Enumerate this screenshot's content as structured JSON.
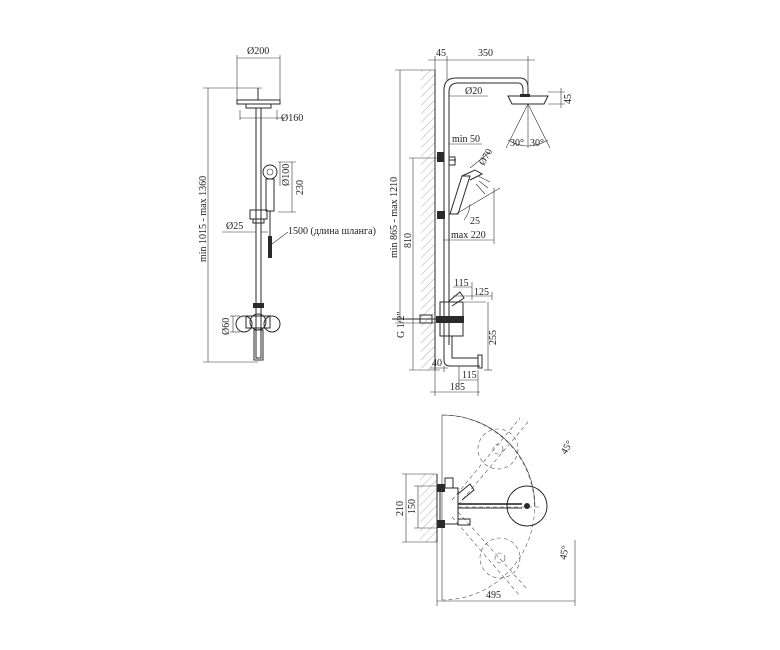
{
  "front_view": {
    "dia_head": "Ø200",
    "dia_plate": "Ø160",
    "dia_hand": "Ø100",
    "hand_height": "230",
    "dia_rod": "Ø25",
    "hose_note": "1500 (длина шланга)",
    "height_range": "min 1015 - max 1360",
    "dia_mixer": "Ø60"
  },
  "side_view": {
    "wall_offset": "45",
    "arm_length": "350",
    "dia_pipe": "Ø20",
    "head_thickness": "45",
    "angle_left": "30°",
    "angle_right": "30°",
    "min_holder": "min 50",
    "dia_holder": "Ø70",
    "holder_angle": "25",
    "max_reach": "max 220",
    "height_range": "min 865 - max 1210",
    "mixer_height": "810",
    "depth_115_top": "115",
    "depth_125": "125",
    "thread": "G 1/2\"",
    "spout_drop": "255",
    "depth_40": "40",
    "depth_115_bottom": "115",
    "depth_185": "185"
  },
  "top_view": {
    "angle_top": "45°",
    "angle_bottom": "45°",
    "width_210": "210",
    "width_150": "150",
    "reach_495": "495"
  }
}
